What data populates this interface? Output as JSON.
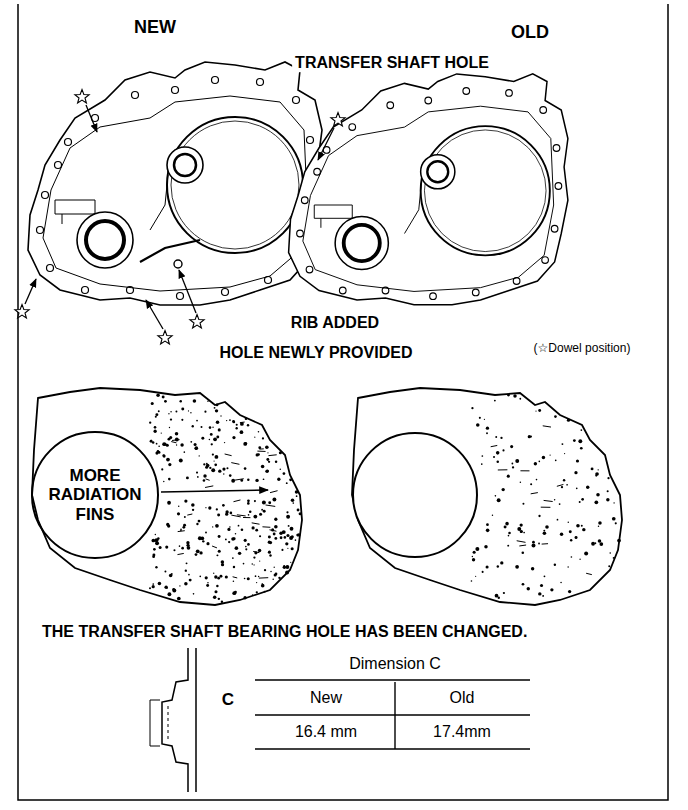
{
  "diagram": {
    "nodes": [
      {
        "text": [
          "MORE RADIATION FINS"
        ]
      }
    ],
    "labels": [
      "NEW",
      "OLD",
      "TRANSFER SHAFT HOLE",
      "RIB ADDED",
      "HOLE NEWLY PROVIDED",
      "(☆Dowel position)",
      "THE TRANSFER SHAFT BEARING HOLE HAS BEEN CHANGED.",
      "C",
      "Dimension C",
      "New",
      "Old",
      "16.4 mm",
      "17.4mm"
    ]
  }
}
